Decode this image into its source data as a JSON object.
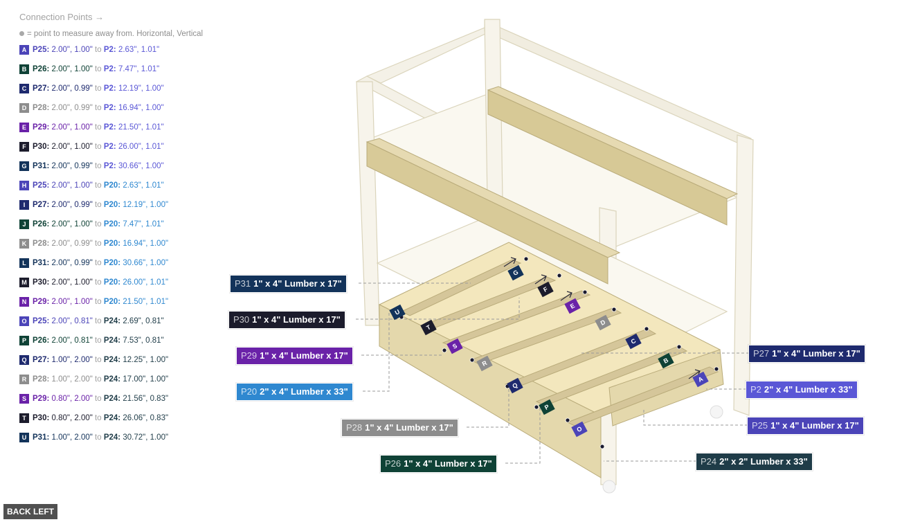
{
  "legend": {
    "title": "Connection Points →",
    "note": "= point to measure away from. Horizontal, Vertical",
    "to_word": "to",
    "items": [
      {
        "letter": "A",
        "color": "#4b44b8",
        "p1": "P25:",
        "p1_color": "#4b44b8",
        "v1": "2.00\", 1.00\"",
        "p2": "P2:",
        "p2_color": "#5a57d6",
        "v2": "2.63\", 1.01\""
      },
      {
        "letter": "B",
        "color": "#0f4236",
        "p1": "P26:",
        "p1_color": "#0f4236",
        "v1": "2.00\", 1.00\"",
        "p2": "P2:",
        "p2_color": "#5a57d6",
        "v2": "7.47\", 1.01\""
      },
      {
        "letter": "C",
        "color": "#1e2a6e",
        "p1": "P27:",
        "p1_color": "#1e2a6e",
        "v1": "2.00\", 0.99\"",
        "p2": "P2:",
        "p2_color": "#5a57d6",
        "v2": "12.19\", 1.00\""
      },
      {
        "letter": "D",
        "color": "#8d8d8d",
        "p1": "P28:",
        "p1_color": "#8d8d8d",
        "v1": "2.00\", 0.99\"",
        "p2": "P2:",
        "p2_color": "#5a57d6",
        "v2": "16.94\", 1.00\""
      },
      {
        "letter": "E",
        "color": "#6a22a8",
        "p1": "P29:",
        "p1_color": "#6a22a8",
        "v1": "2.00\", 1.00\"",
        "p2": "P2:",
        "p2_color": "#5a57d6",
        "v2": "21.50\", 1.01\""
      },
      {
        "letter": "F",
        "color": "#1c1c2c",
        "p1": "P30:",
        "p1_color": "#1c1c2c",
        "v1": "2.00\", 1.00\"",
        "p2": "P2:",
        "p2_color": "#5a57d6",
        "v2": "26.00\", 1.01\""
      },
      {
        "letter": "G",
        "color": "#13335a",
        "p1": "P31:",
        "p1_color": "#13335a",
        "v1": "2.00\", 0.99\"",
        "p2": "P2:",
        "p2_color": "#5a57d6",
        "v2": "30.66\", 1.00\""
      },
      {
        "letter": "H",
        "color": "#4b44b8",
        "p1": "P25:",
        "p1_color": "#4b44b8",
        "v1": "2.00\", 1.00\"",
        "p2": "P20:",
        "p2_color": "#2f88d0",
        "v2": "2.63\", 1.01\""
      },
      {
        "letter": "I",
        "color": "#1e2a6e",
        "p1": "P27:",
        "p1_color": "#1e2a6e",
        "v1": "2.00\", 0.99\"",
        "p2": "P20:",
        "p2_color": "#2f88d0",
        "v2": "12.19\", 1.00\""
      },
      {
        "letter": "J",
        "color": "#0f4236",
        "p1": "P26:",
        "p1_color": "#0f4236",
        "v1": "2.00\", 1.00\"",
        "p2": "P20:",
        "p2_color": "#2f88d0",
        "v2": "7.47\", 1.01\""
      },
      {
        "letter": "K",
        "color": "#8d8d8d",
        "p1": "P28:",
        "p1_color": "#8d8d8d",
        "v1": "2.00\", 0.99\"",
        "p2": "P20:",
        "p2_color": "#2f88d0",
        "v2": "16.94\", 1.00\""
      },
      {
        "letter": "L",
        "color": "#13335a",
        "p1": "P31:",
        "p1_color": "#13335a",
        "v1": "2.00\", 0.99\"",
        "p2": "P20:",
        "p2_color": "#2f88d0",
        "v2": "30.66\", 1.00\""
      },
      {
        "letter": "M",
        "color": "#1c1c2c",
        "p1": "P30:",
        "p1_color": "#1c1c2c",
        "v1": "2.00\", 1.00\"",
        "p2": "P20:",
        "p2_color": "#2f88d0",
        "v2": "26.00\", 1.01\""
      },
      {
        "letter": "N",
        "color": "#6a22a8",
        "p1": "P29:",
        "p1_color": "#6a22a8",
        "v1": "2.00\", 1.00\"",
        "p2": "P20:",
        "p2_color": "#2f88d0",
        "v2": "21.50\", 1.01\""
      },
      {
        "letter": "O",
        "color": "#4b44b8",
        "p1": "P25:",
        "p1_color": "#4b44b8",
        "v1": "2.00\", 0.81\"",
        "p2": "P24:",
        "p2_color": "#1f3c48",
        "v2": "2.69\", 0.81\""
      },
      {
        "letter": "P",
        "color": "#0f4236",
        "p1": "P26:",
        "p1_color": "#0f4236",
        "v1": "2.00\", 0.81\"",
        "p2": "P24:",
        "p2_color": "#1f3c48",
        "v2": "7.53\", 0.81\""
      },
      {
        "letter": "Q",
        "color": "#1e2a6e",
        "p1": "P27:",
        "p1_color": "#1e2a6e",
        "v1": "1.00\", 2.00\"",
        "p2": "P24:",
        "p2_color": "#1f3c48",
        "v2": "12.25\", 1.00\""
      },
      {
        "letter": "R",
        "color": "#8d8d8d",
        "p1": "P28:",
        "p1_color": "#8d8d8d",
        "v1": "1.00\", 2.00\"",
        "p2": "P24:",
        "p2_color": "#1f3c48",
        "v2": "17.00\", 1.00\""
      },
      {
        "letter": "S",
        "color": "#6a22a8",
        "p1": "P29:",
        "p1_color": "#6a22a8",
        "v1": "0.80\", 2.00\"",
        "p2": "P24:",
        "p2_color": "#1f3c48",
        "v2": "21.56\", 0.83\""
      },
      {
        "letter": "T",
        "color": "#1c1c2c",
        "p1": "P30:",
        "p1_color": "#1c1c2c",
        "v1": "0.80\", 2.00\"",
        "p2": "P24:",
        "p2_color": "#1f3c48",
        "v2": "26.06\", 0.83\""
      },
      {
        "letter": "U",
        "color": "#13335a",
        "p1": "P31:",
        "p1_color": "#13335a",
        "v1": "1.00\", 2.00\"",
        "p2": "P24:",
        "p2_color": "#1f3c48",
        "v2": "30.72\", 1.00\""
      }
    ]
  },
  "part_labels": [
    {
      "id": "P31",
      "text": "1\" x 4\" Lumber  x 17\"",
      "color": "#13335a"
    },
    {
      "id": "P30",
      "text": "1\" x 4\" Lumber  x 17\"",
      "color": "#1c1c2c"
    },
    {
      "id": "P29",
      "text": "1\" x 4\" Lumber  x 17\"",
      "color": "#6a22a8"
    },
    {
      "id": "P20",
      "text": "2\" x 4\" Lumber  x 33\"",
      "color": "#2f88d0"
    },
    {
      "id": "P28",
      "text": "1\" x 4\" Lumber  x 17\"",
      "color": "#8d8d8d"
    },
    {
      "id": "P26",
      "text": "1\" x 4\" Lumber  x 17\"",
      "color": "#0f4236"
    },
    {
      "id": "P27",
      "text": "1\" x 4\" Lumber  x 17\"",
      "color": "#1e2a6e"
    },
    {
      "id": "P2",
      "text": "2\" x 4\" Lumber  x 33\"",
      "color": "#5a57d6"
    },
    {
      "id": "P25",
      "text": "1\" x 4\" Lumber  x 17\"",
      "color": "#4b44b8"
    },
    {
      "id": "P24",
      "text": "2\" x 2\" Lumber x 33\"",
      "color": "#1f3c48"
    }
  ],
  "markers": [
    {
      "letter": "G",
      "color": "#13335a"
    },
    {
      "letter": "F",
      "color": "#1c1c2c"
    },
    {
      "letter": "E",
      "color": "#6a22a8"
    },
    {
      "letter": "D",
      "color": "#8d8d8d"
    },
    {
      "letter": "C",
      "color": "#1e2a6e"
    },
    {
      "letter": "B",
      "color": "#0f4236"
    },
    {
      "letter": "A",
      "color": "#4b44b8"
    },
    {
      "letter": "U",
      "color": "#13335a"
    },
    {
      "letter": "T",
      "color": "#1c1c2c"
    },
    {
      "letter": "S",
      "color": "#6a22a8"
    },
    {
      "letter": "R",
      "color": "#8d8d8d"
    },
    {
      "letter": "Q",
      "color": "#1e2a6e"
    },
    {
      "letter": "P",
      "color": "#0f4236"
    },
    {
      "letter": "O",
      "color": "#4b44b8"
    }
  ],
  "back_button": "BACK LEFT"
}
